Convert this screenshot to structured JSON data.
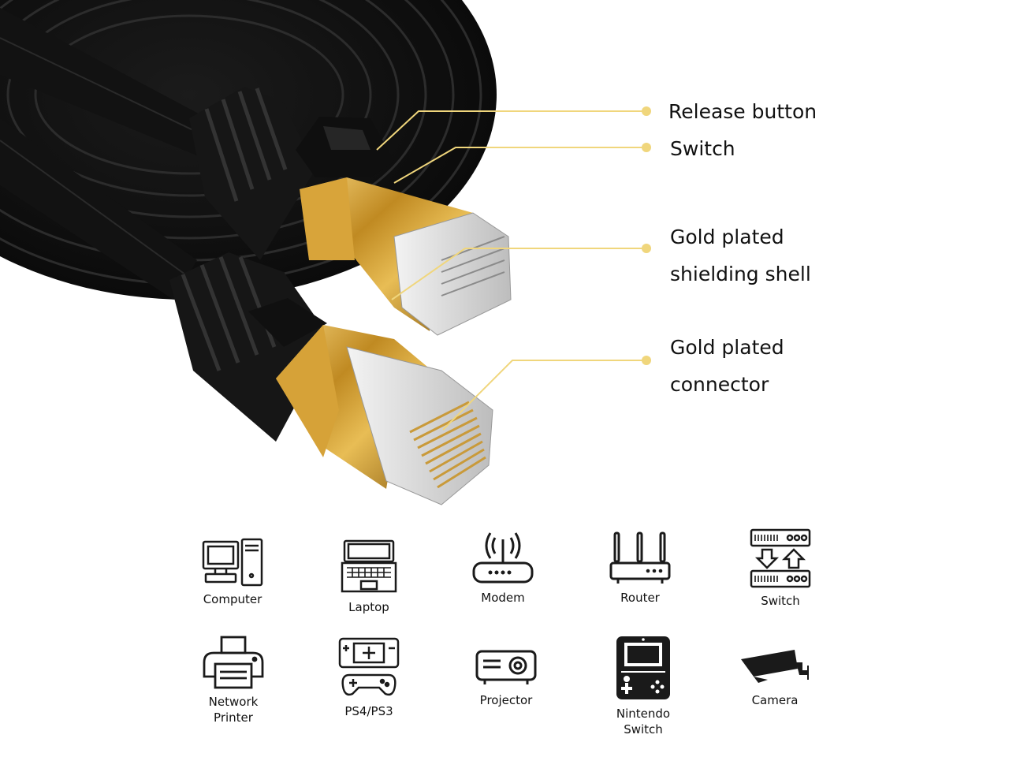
{
  "colors": {
    "leader": "#f0d67c",
    "cable": "#141414",
    "gold": "#c9962d",
    "icon": "#1a1a1a"
  },
  "callouts": [
    {
      "lines": [
        "Release button"
      ]
    },
    {
      "lines": [
        "Switch"
      ]
    },
    {
      "lines": [
        "Gold plated",
        "shielding shell"
      ]
    },
    {
      "lines": [
        "Gold plated",
        "connector"
      ]
    }
  ],
  "devices": [
    {
      "label": "Computer",
      "icon": "computer-icon"
    },
    {
      "label": "Laptop",
      "icon": "laptop-icon"
    },
    {
      "label": "Modem",
      "icon": "modem-icon"
    },
    {
      "label": "Router",
      "icon": "router-icon"
    },
    {
      "label": "Switch",
      "icon": "network-switch-icon"
    },
    {
      "label": "Network\nPrinter",
      "icon": "printer-icon"
    },
    {
      "label": "PS4/PS3",
      "icon": "game-console-icon"
    },
    {
      "label": "Projector",
      "icon": "projector-icon"
    },
    {
      "label": "Nintendo\nSwitch",
      "icon": "handheld-console-icon"
    },
    {
      "label": "Camera",
      "icon": "security-camera-icon"
    }
  ]
}
